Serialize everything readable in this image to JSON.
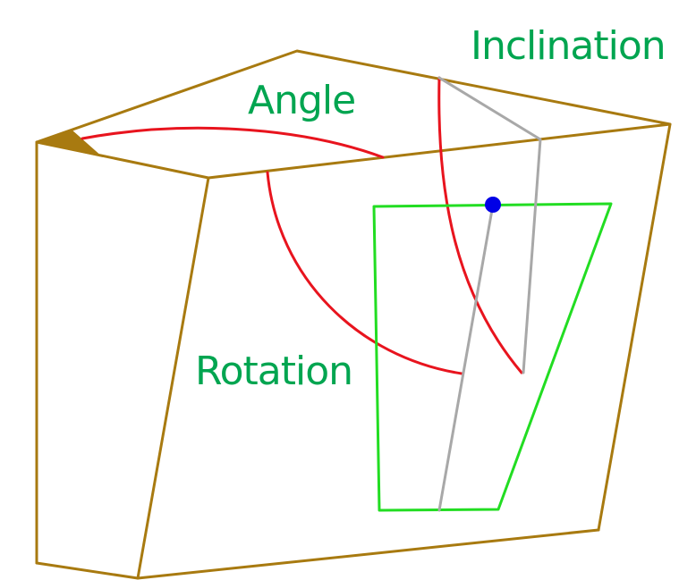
{
  "labels": {
    "inclination": "Inclination",
    "angle": "Angle",
    "rotation": "Rotation"
  },
  "colors": {
    "box_edge": "#a87a10",
    "corner_marker": "#a87a10",
    "angle_arc": "#e8141e",
    "plane": "#22dd22",
    "guide_line": "#a8a8a8",
    "point": "#0000e6",
    "label_text": "#00a550",
    "background": "#ffffff"
  }
}
